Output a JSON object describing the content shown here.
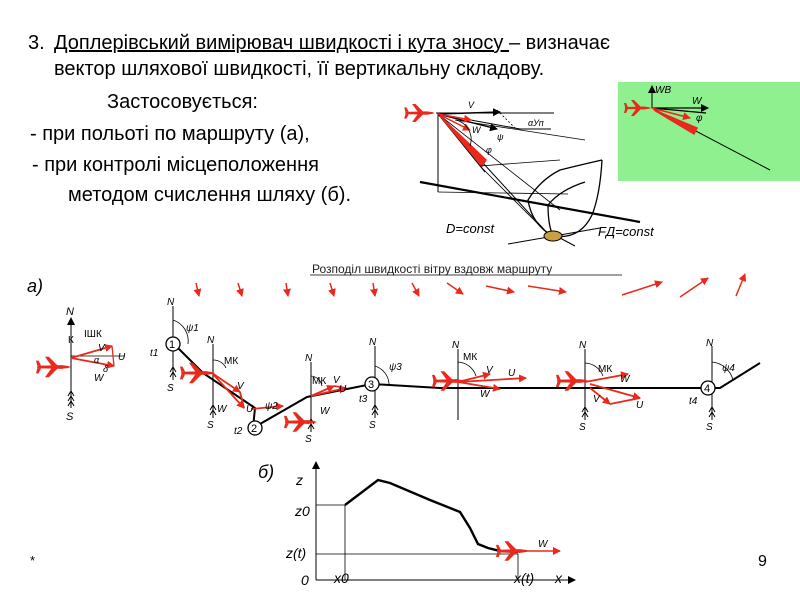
{
  "slide": {
    "item_number": "3.",
    "heading_underlined": "Доплерівський вимірювач швидкості і кута зносу ",
    "heading_rest": "– визначає",
    "heading_line2": "вектор шляхової швидкості, її вертикальну складову.",
    "applied_label": "Застосовується:",
    "bullet1": "- при польоті по маршруту (а),",
    "bullet2": "-  при контролі місцеположення",
    "bullet3": "методом счислення шляху (б).",
    "footer_star": "*",
    "page_number": "9"
  },
  "diagram_top": {
    "label_v": "V",
    "label_alpha": "αУп",
    "label_w": "W",
    "label_psi": "ψ",
    "label_phi": "φ",
    "label_d_const": "D=const",
    "label_fd_const": "FД=const"
  },
  "inset": {
    "label_wv": "WВ",
    "label_w": "W",
    "label_phi": "φ",
    "bg_color": "#8ef08e"
  },
  "diagram_a": {
    "panel_label": "а)",
    "wind_title": "Розподіл швидкості вітру вздовж маршруту",
    "left": {
      "n": "N",
      "s": "S",
      "k": "К",
      "ishk": "ІШК",
      "v": "V",
      "u": "U",
      "w": "W",
      "alpha": "α",
      "delta": "δ"
    },
    "north": "N",
    "south": "S",
    "mk": "МК",
    "v": "V",
    "u": "U",
    "w": "W",
    "points": [
      {
        "num": "1",
        "time": "t1",
        "psi": "ψ1"
      },
      {
        "num": "2",
        "time": "t2",
        "psi": "ψ2"
      },
      {
        "num": "3",
        "time": "t3",
        "psi": "ψ3"
      },
      {
        "num": "4",
        "time": "t4",
        "psi": "ψ4"
      }
    ]
  },
  "diagram_b": {
    "panel_label": "б)",
    "axis_z": "z",
    "z0": "z0",
    "zt": "z(t)",
    "origin": "0",
    "x0": "x0",
    "xt": "x(t)",
    "axis_x": "x",
    "w_label": "W"
  },
  "colors": {
    "accent_red": "#e8291c",
    "line": "#000000"
  }
}
